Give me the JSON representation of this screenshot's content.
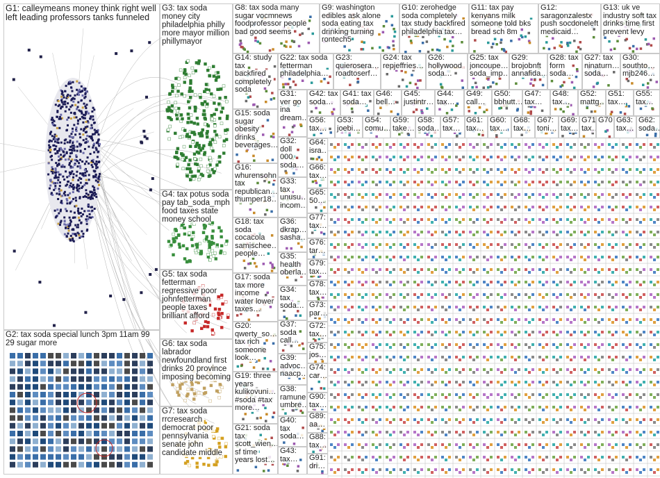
{
  "graph": {
    "groups": [
      {
        "id": "G1",
        "text": "G1: calleymeans money think right well left leading professors tanks funneled",
        "color": "#1b1b55"
      },
      {
        "id": "G2",
        "text": "G2: tax soda special lunch 3pm 11am 99 29 sugar more",
        "color": "#2e5f9a"
      },
      {
        "id": "G3",
        "text": "G3: tax soda money city philadelphia philly more mayor million phillymayor",
        "color": "#2e7d32"
      },
      {
        "id": "G4",
        "text": "G4: tax potus soda pay tab_soda_mph food taxes state money school",
        "color": "#388e3c"
      },
      {
        "id": "G5",
        "text": "G5: tax soda fetterman regressive poor johnfetterman people taxes brilliant afford",
        "color": "#c62828"
      },
      {
        "id": "G6",
        "text": "G6: tax soda labrador newfoundland first drinks 20 province imposing becoming",
        "color": "#c0a060"
      },
      {
        "id": "G7",
        "text": "G7: tax soda rrcresearch democrat poor pennsylvania senate john candidate middle",
        "color": "#d4a020"
      },
      {
        "id": "G8",
        "text": "G8: tax soda many sugar vocmnews foodprofessor people bad good seems",
        "color": "#777777"
      },
      {
        "id": "G9",
        "text": "G9: washington edibles ask alone soda eating tax drinking turning rontech5",
        "color": "#666666"
      },
      {
        "id": "G10",
        "text": "G10: zerohedge soda completely tax study backfired philadelphia tax…",
        "color": "#555555"
      },
      {
        "id": "G11",
        "text": "G11: tax pay kenyans milk someone told bks bread sch 8m",
        "color": "#555555"
      },
      {
        "id": "G12",
        "text": "G12: saragonzalestx push socdoneleft medicaid…",
        "color": "#555555"
      },
      {
        "id": "G13",
        "text": "G13: uk ve industry soft tax drinks time first prevent levy",
        "color": "#555555"
      },
      {
        "id": "G14",
        "text": "G14: study tax backfired completely soda",
        "color": "#555555"
      },
      {
        "id": "G15",
        "text": "G15: soda sugar obesity drinks beverages…",
        "color": "#555555"
      },
      {
        "id": "G16",
        "text": "G16: whurensohn tax republican… thumper18…",
        "color": "#555555"
      },
      {
        "id": "G17",
        "text": "G17: soda tax more income water lower taxes…",
        "color": "#555555"
      },
      {
        "id": "G18",
        "text": "G18: tax soda cocacola samischee… people…",
        "color": "#555555"
      },
      {
        "id": "G19",
        "text": "G19: three years kulikovuni… #soda #tax more…",
        "color": "#555555"
      },
      {
        "id": "G20",
        "text": "G20: qwerty_so… tax rich someone look…",
        "color": "#555555"
      },
      {
        "id": "G21",
        "text": "G21: soda tax scott_wien… sf time years lost…",
        "color": "#555555"
      },
      {
        "id": "G22",
        "text": "G22: tax soda fetterman philadelphia…",
        "color": "#555555"
      },
      {
        "id": "G23",
        "text": "G23: quierosera… roadtoserf…",
        "color": "#555555"
      },
      {
        "id": "G24",
        "text": "G24: tax repjeffries…",
        "color": "#555555"
      },
      {
        "id": "G25",
        "text": "G25: tax joncoupe… soda_imp…",
        "color": "#555555"
      },
      {
        "id": "G26",
        "text": "G26: hollywood soda…",
        "color": "#555555"
      },
      {
        "id": "G27",
        "text": "G27: tax ninaturn… soda…",
        "color": "#555555"
      },
      {
        "id": "G28",
        "text": "G28: tax form soda…",
        "color": "#555555"
      },
      {
        "id": "G29",
        "text": "G29: brojobnft annafida…",
        "color": "#555555"
      },
      {
        "id": "G30",
        "text": "G30: southto… mjb246…",
        "color": "#555555"
      },
      {
        "id": "G31",
        "text": "G31: ver go ina dream…",
        "color": "#555555"
      },
      {
        "id": "G32",
        "text": "G32: doll 000 soda…",
        "color": "#555555"
      },
      {
        "id": "G33",
        "text": "G33: tax unusu… incom…",
        "color": "#555555"
      },
      {
        "id": "G34",
        "text": "G34: tax soda…",
        "color": "#555555"
      },
      {
        "id": "G35",
        "text": "G35: health oberla…",
        "color": "#555555"
      },
      {
        "id": "G36",
        "text": "G36: dkrap… sasha…",
        "color": "#555555"
      },
      {
        "id": "G37",
        "text": "G37: soda call…",
        "color": "#555555"
      },
      {
        "id": "G38",
        "text": "G38: ramune umbre…",
        "color": "#555555"
      },
      {
        "id": "G39",
        "text": "G39: advoc… naacp…",
        "color": "#555555"
      },
      {
        "id": "G40",
        "text": "G40: tax soda…",
        "color": "#555555"
      },
      {
        "id": "G41",
        "text": "G41: tax soda…",
        "color": "#555555"
      },
      {
        "id": "G42",
        "text": "G42: tax soda…",
        "color": "#555555"
      },
      {
        "id": "G43",
        "text": "G43: tax…",
        "color": "#555555"
      },
      {
        "id": "G44",
        "text": "G44: tax…",
        "color": "#555555"
      },
      {
        "id": "G45",
        "text": "G45: justintr…",
        "color": "#555555"
      },
      {
        "id": "G46",
        "text": "G46: bell…",
        "color": "#555555"
      },
      {
        "id": "G47",
        "text": "G47: tax…",
        "color": "#555555"
      },
      {
        "id": "G48",
        "text": "G48: tax…",
        "color": "#555555"
      },
      {
        "id": "G49",
        "text": "G49: call…",
        "color": "#555555"
      },
      {
        "id": "G50",
        "text": "G50: bbhutt…",
        "color": "#555555"
      },
      {
        "id": "G51",
        "text": "G51: tax…",
        "color": "#555555"
      },
      {
        "id": "G52",
        "text": "G52: mattg…",
        "color": "#555555"
      },
      {
        "id": "G53",
        "text": "G53: joebi…",
        "color": "#555555"
      },
      {
        "id": "G54",
        "text": "G54: comu…",
        "color": "#555555"
      },
      {
        "id": "G55",
        "text": "G55: tax…",
        "color": "#555555"
      },
      {
        "id": "G56",
        "text": "G56: tax…",
        "color": "#555555"
      },
      {
        "id": "G57",
        "text": "G57: tax…",
        "color": "#555555"
      },
      {
        "id": "G58",
        "text": "G58: soda…",
        "color": "#555555"
      },
      {
        "id": "G59",
        "text": "G59: take…",
        "color": "#555555"
      },
      {
        "id": "G60",
        "text": "G60: tax…",
        "color": "#555555"
      },
      {
        "id": "G61",
        "text": "G61: tax…",
        "color": "#555555"
      },
      {
        "id": "G62",
        "text": "G62: soda…",
        "color": "#555555"
      },
      {
        "id": "G63",
        "text": "G63: tax…",
        "color": "#555555"
      },
      {
        "id": "G64",
        "text": "G64: isra…",
        "color": "#555555"
      },
      {
        "id": "G65",
        "text": "G65: 50…",
        "color": "#555555"
      },
      {
        "id": "G66",
        "text": "G66: tax…",
        "color": "#555555"
      },
      {
        "id": "G67",
        "text": "G67: toni…",
        "color": "#555555"
      },
      {
        "id": "G68",
        "text": "G68: tax…",
        "color": "#555555"
      },
      {
        "id": "G69",
        "text": "G69: tax…",
        "color": "#555555"
      },
      {
        "id": "G70",
        "text": "G70",
        "color": "#555555"
      },
      {
        "id": "G71",
        "text": "G71: tax…",
        "color": "#555555"
      },
      {
        "id": "G72",
        "text": "G72: tax…",
        "color": "#555555"
      },
      {
        "id": "G73",
        "text": "G73: par…",
        "color": "#555555"
      },
      {
        "id": "G74",
        "text": "G74: car…",
        "color": "#555555"
      },
      {
        "id": "G75",
        "text": "G75: jos…",
        "color": "#555555"
      },
      {
        "id": "G76",
        "text": "G76: tar…",
        "color": "#555555"
      },
      {
        "id": "G77",
        "text": "G77: tax…",
        "color": "#555555"
      },
      {
        "id": "G78",
        "text": "G78: tax…",
        "color": "#555555"
      },
      {
        "id": "G79",
        "text": "G79: tax…",
        "color": "#555555"
      },
      {
        "id": "G88",
        "text": "G88: tax…",
        "color": "#555555"
      },
      {
        "id": "G89",
        "text": "G89: aa…",
        "color": "#555555"
      },
      {
        "id": "G90",
        "text": "G90: tax…",
        "color": "#555555"
      },
      {
        "id": "G91",
        "text": "G91: dri…",
        "color": "#555555"
      }
    ]
  }
}
